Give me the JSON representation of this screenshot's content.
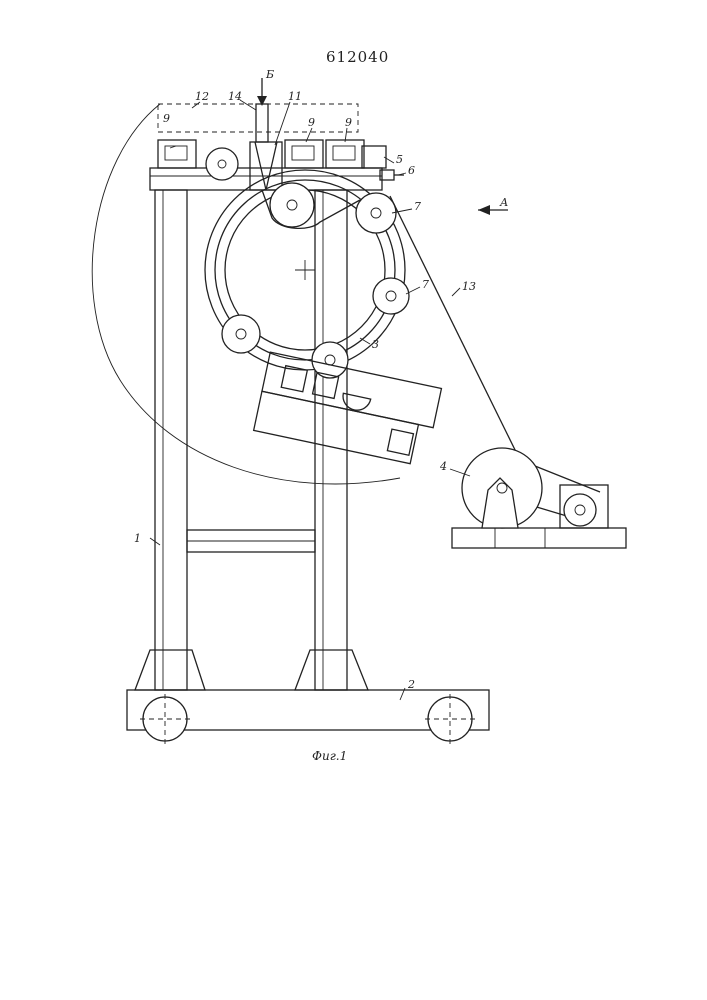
{
  "document_number": "612040",
  "figure_caption": "Фиг.1",
  "view_arrows": {
    "top": "Б",
    "right": "А"
  },
  "callouts": [
    {
      "id": "frame",
      "text": "1"
    },
    {
      "id": "base",
      "text": "2"
    },
    {
      "id": "ring",
      "text": "3"
    },
    {
      "id": "drum",
      "text": "4"
    },
    {
      "id": "bracket",
      "text": "5"
    },
    {
      "id": "screw",
      "text": "6"
    },
    {
      "id": "roller-upper",
      "text": "7"
    },
    {
      "id": "roller-right",
      "text": "7"
    },
    {
      "id": "block-left",
      "text": "9"
    },
    {
      "id": "block-mid",
      "text": "9"
    },
    {
      "id": "block-right",
      "text": "9"
    },
    {
      "id": "lever",
      "text": "11"
    },
    {
      "id": "cover",
      "text": "12"
    },
    {
      "id": "belt",
      "text": "13"
    },
    {
      "id": "hanger",
      "text": "14"
    }
  ]
}
